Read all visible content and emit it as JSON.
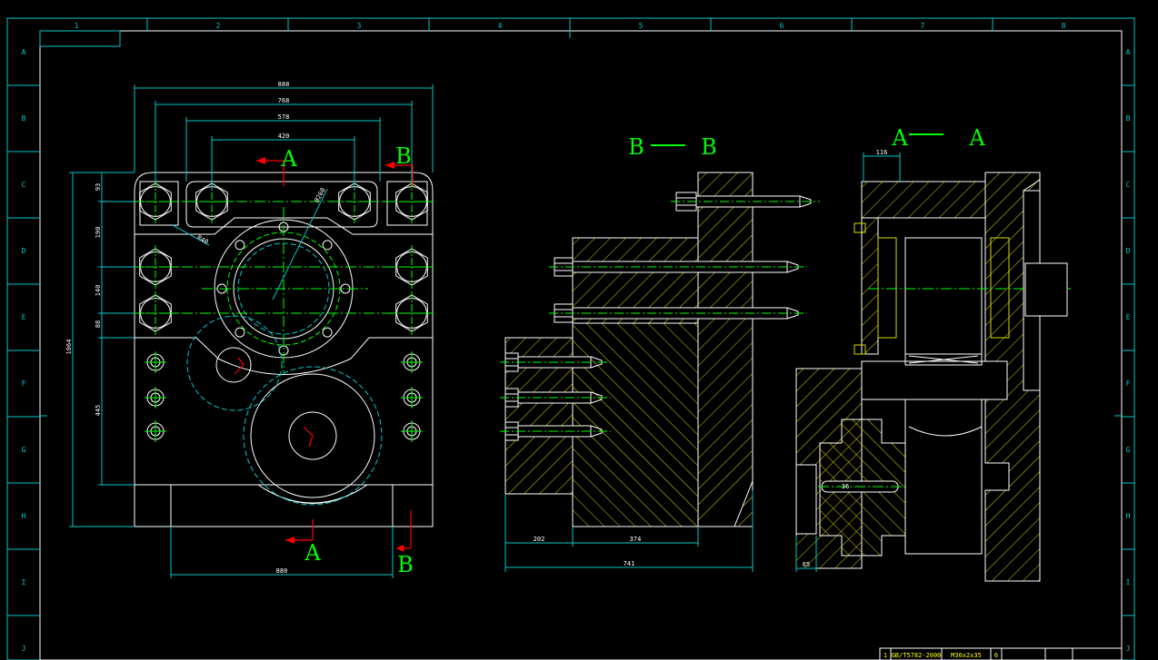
{
  "frame": {
    "columns": [
      "1",
      "2",
      "3",
      "4",
      "5",
      "6",
      "7",
      "8"
    ],
    "rows": [
      "A",
      "B",
      "C",
      "D",
      "E",
      "F",
      "G",
      "H",
      "I",
      "J"
    ]
  },
  "front_view": {
    "dimensions": {
      "width_outer": "888",
      "width_bolts": "768",
      "width_inner": "578",
      "width_center": "420",
      "base_width": "880",
      "height_total": "1064",
      "radius_small": "R40",
      "diameter_flange": "Ø260",
      "vspace_1": "93",
      "vspace_2": "190",
      "vspace_3": "140",
      "vspace_4": "88",
      "vspace_5": "445"
    },
    "cut_markers": {
      "a_top": "A",
      "b_top": "B",
      "a_bottom": "A",
      "b_bottom": "B"
    }
  },
  "section_bb": {
    "title_left": "B",
    "title_right": "B",
    "dim_left": "202",
    "dim_mid": "374",
    "dim_total": "741"
  },
  "section_aa": {
    "title_left": "A",
    "title_right": "A",
    "dim_top": "116",
    "dim_bottom": "65",
    "shaft_label": "36"
  },
  "title_block": {
    "cell_1": "1",
    "cell_2": "GB/T5782-2000",
    "cell_3": "M30x2x35",
    "cell_4": "6"
  },
  "colors": {
    "background": "#000000",
    "outline": "#ffffff",
    "dimension": "#00c8c8",
    "hatch": "#d8d800",
    "label": "#00ff00",
    "arrow": "#ff0000"
  }
}
